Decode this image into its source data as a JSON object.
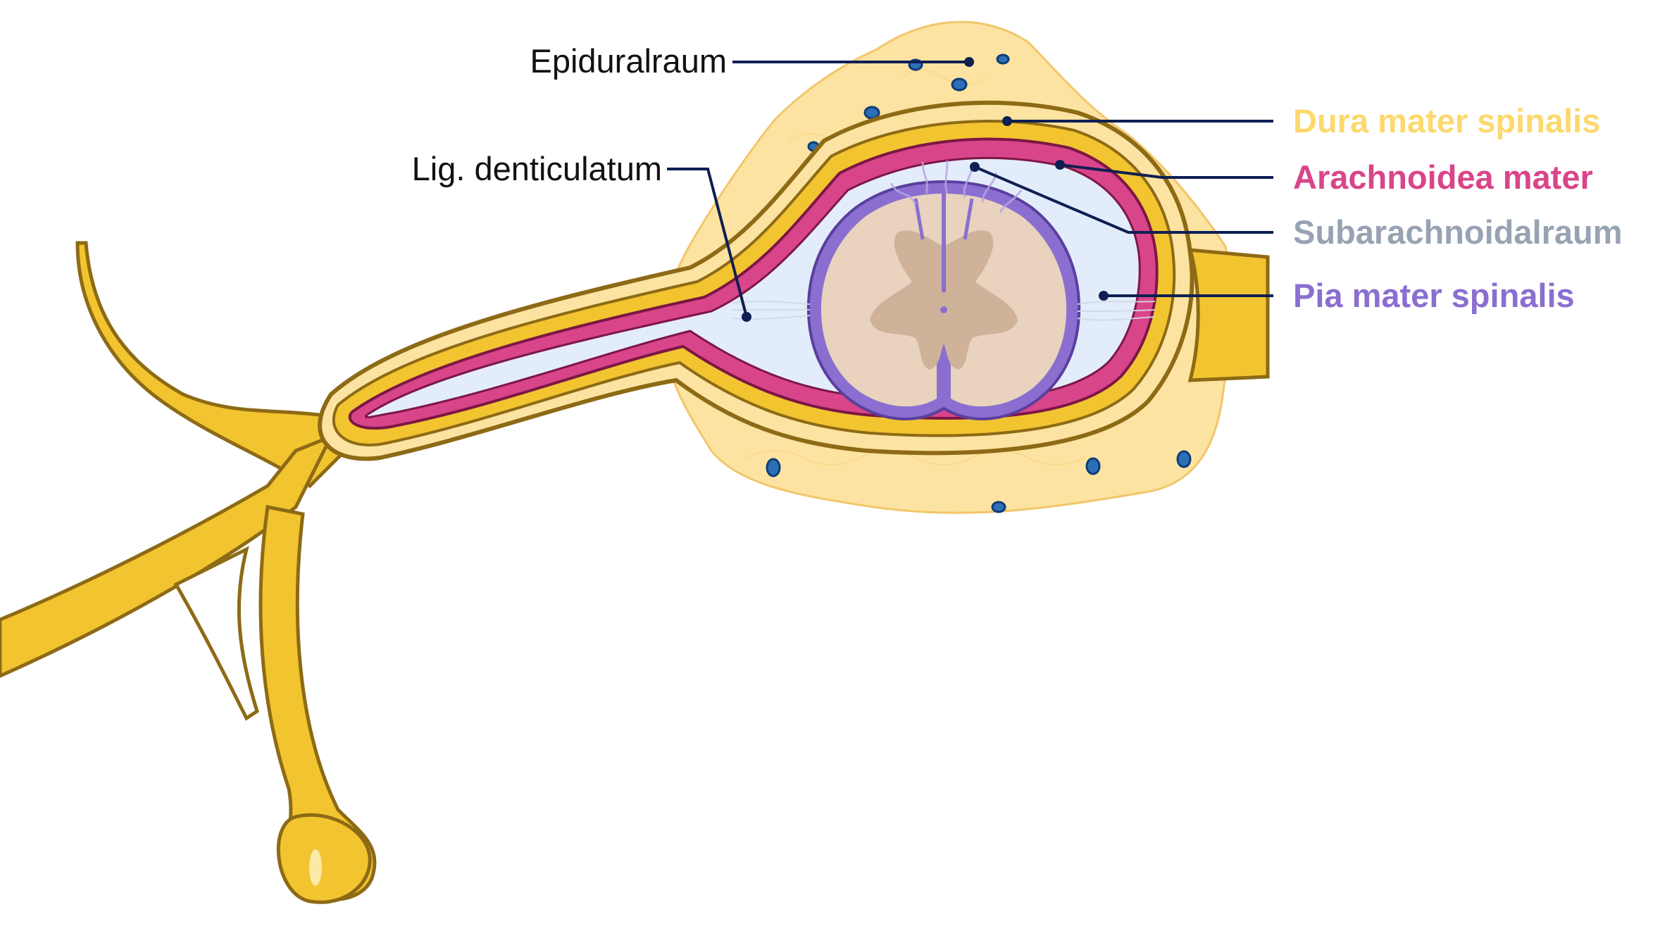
{
  "labels": {
    "epidural": "Epiduralraum",
    "ligament": "Lig. denticulatum",
    "dura": "Dura mater spinalis",
    "arachnoid": "Arachnoidea mater",
    "subarachnoid": "Subarachnoidalraum",
    "pia": "Pia mater spinalis"
  },
  "colors": {
    "dura": "#fcd86e",
    "arachnoid": "#d9458a",
    "subarachnoid": "#97a3b2",
    "pia": "#8a6fd0",
    "leader": "#0e1f52",
    "nerve": "#f2c430",
    "nerve_outline": "#8d6a15",
    "fat": "#fde3a1",
    "csf": "#e3ecfa",
    "grey_matter": "#cfb29a",
    "white_matter": "#e9d2be"
  }
}
